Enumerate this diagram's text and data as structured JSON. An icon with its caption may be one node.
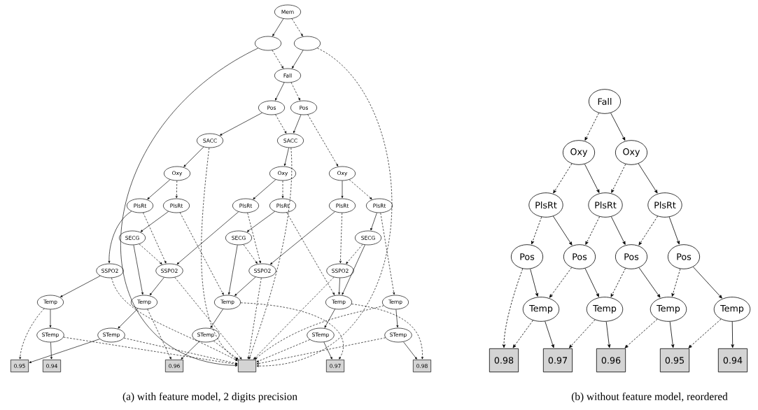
{
  "diagram": {
    "nodes": [
      {
        "text": [
          "Mem"
        ]
      },
      {
        "text": [],
        "shape": "ellipse"
      },
      {
        "text": [],
        "shape": "ellipse"
      },
      {
        "text": [
          "Fall"
        ]
      },
      {
        "text": [
          "Pos"
        ]
      },
      {
        "text": [
          "Pos"
        ]
      },
      {
        "text": [
          "SACC"
        ]
      },
      {
        "text": [
          "SACC"
        ]
      },
      {
        "text": [
          "Oxy"
        ]
      },
      {
        "text": [
          "Oxy"
        ]
      },
      {
        "text": [
          "Oxy"
        ]
      },
      {
        "text": [
          "PlsRt"
        ]
      },
      {
        "text": [
          "PlsRt"
        ]
      },
      {
        "text": [
          "PlsRt"
        ]
      },
      {
        "text": [
          "PlsRt"
        ]
      },
      {
        "text": [
          "PlsRt"
        ]
      },
      {
        "text": [
          "PlsRt"
        ]
      },
      {
        "text": [
          "SECG"
        ]
      },
      {
        "text": [
          "SECG"
        ]
      },
      {
        "text": [
          "SECG"
        ]
      },
      {
        "text": [
          "SSPO2"
        ]
      },
      {
        "text": [
          "SSPO2"
        ]
      },
      {
        "text": [
          "SSPO2"
        ]
      },
      {
        "text": [
          "SSPO2"
        ]
      },
      {
        "text": [
          "Temp"
        ]
      },
      {
        "text": [
          "Temp"
        ]
      },
      {
        "text": [
          "Temp"
        ]
      },
      {
        "text": [
          "Temp"
        ]
      },
      {
        "text": [
          "Temp"
        ]
      },
      {
        "text": [
          "STemp"
        ]
      },
      {
        "text": [
          "STemp"
        ]
      },
      {
        "text": [
          "STemp"
        ]
      },
      {
        "text": [
          "STemp"
        ]
      },
      {
        "text": [
          "STemp"
        ]
      },
      {
        "text": [
          "0.95"
        ]
      },
      {
        "text": [
          "0.94"
        ]
      },
      {
        "text": [
          "0.96"
        ]
      },
      {
        "text": [],
        "shape": "box"
      },
      {
        "text": [
          "0.97"
        ]
      },
      {
        "text": [
          "0.98"
        ]
      },
      {
        "text": [
          "Fall"
        ]
      },
      {
        "text": [
          "Oxy"
        ]
      },
      {
        "text": [
          "Oxy"
        ]
      },
      {
        "text": [
          "PlsRt"
        ]
      },
      {
        "text": [
          "PlsRt"
        ]
      },
      {
        "text": [
          "PlsRt"
        ]
      },
      {
        "text": [
          "Pos"
        ]
      },
      {
        "text": [
          "Pos"
        ]
      },
      {
        "text": [
          "Pos"
        ]
      },
      {
        "text": [
          "Pos"
        ]
      },
      {
        "text": [
          "Temp"
        ]
      },
      {
        "text": [
          "Temp"
        ]
      },
      {
        "text": [
          "Temp"
        ]
      },
      {
        "text": [
          "Temp"
        ]
      },
      {
        "text": [
          "0.98"
        ]
      },
      {
        "text": [
          "0.97"
        ]
      },
      {
        "text": [
          "0.96"
        ]
      },
      {
        "text": [
          "0.95"
        ]
      },
      {
        "text": [
          "0.94"
        ]
      }
    ],
    "edges": [
      {
        "from": 0,
        "to": 1,
        "arrow": "to"
      },
      {
        "from": 0,
        "to": 2,
        "arrow": "to",
        "style": "dashed"
      },
      {
        "from": 1,
        "to": 3,
        "arrow": "to",
        "style": "dashed"
      },
      {
        "from": 2,
        "to": 3,
        "arrow": "to"
      },
      {
        "from": 1,
        "to": 37,
        "arrow": "to"
      },
      {
        "from": 2,
        "to": 37,
        "arrow": "to",
        "style": "dashed"
      },
      {
        "from": 3,
        "to": 4,
        "arrow": "to"
      },
      {
        "from": 3,
        "to": 5,
        "arrow": "to",
        "style": "dashed"
      },
      {
        "from": 4,
        "to": 6,
        "arrow": "to"
      },
      {
        "from": 4,
        "to": 7,
        "arrow": "to",
        "style": "dashed"
      },
      {
        "from": 5,
        "to": 7,
        "arrow": "to"
      },
      {
        "from": 5,
        "to": 10,
        "arrow": "to",
        "style": "dashed"
      },
      {
        "from": 6,
        "to": 8,
        "arrow": "to"
      },
      {
        "from": 6,
        "to": 37,
        "arrow": "to",
        "style": "dashed"
      },
      {
        "from": 7,
        "to": 9,
        "arrow": "to"
      },
      {
        "from": 7,
        "to": 37,
        "arrow": "to",
        "style": "dashed"
      },
      {
        "from": 8,
        "to": 11,
        "arrow": "to"
      },
      {
        "from": 8,
        "to": 12,
        "arrow": "to",
        "style": "dashed"
      },
      {
        "from": 9,
        "to": 13,
        "arrow": "to"
      },
      {
        "from": 9,
        "to": 14,
        "arrow": "to",
        "style": "dashed"
      },
      {
        "from": 10,
        "to": 15,
        "arrow": "to"
      },
      {
        "from": 10,
        "to": 16,
        "arrow": "to",
        "style": "dashed"
      },
      {
        "from": 11,
        "to": 20,
        "arrow": "to"
      },
      {
        "from": 11,
        "to": 21,
        "arrow": "to",
        "style": "dashed"
      },
      {
        "from": 12,
        "to": 17,
        "arrow": "to"
      },
      {
        "from": 12,
        "to": 26,
        "arrow": "to",
        "style": "dashed"
      },
      {
        "from": 13,
        "to": 21,
        "arrow": "to"
      },
      {
        "from": 13,
        "to": 22,
        "arrow": "to",
        "style": "dashed"
      },
      {
        "from": 14,
        "to": 18,
        "arrow": "to"
      },
      {
        "from": 14,
        "to": 27,
        "arrow": "to",
        "style": "dashed"
      },
      {
        "from": 15,
        "to": 22,
        "arrow": "to"
      },
      {
        "from": 15,
        "to": 23,
        "arrow": "to",
        "style": "dashed"
      },
      {
        "from": 16,
        "to": 19,
        "arrow": "to"
      },
      {
        "from": 16,
        "to": 28,
        "arrow": "to",
        "style": "dashed"
      },
      {
        "from": 17,
        "to": 21,
        "arrow": "to",
        "style": "dashed"
      },
      {
        "from": 17,
        "to": 25,
        "arrow": "to"
      },
      {
        "from": 18,
        "to": 22,
        "arrow": "to",
        "style": "dashed"
      },
      {
        "from": 18,
        "to": 26,
        "arrow": "to"
      },
      {
        "from": 19,
        "to": 23,
        "arrow": "to",
        "style": "dashed"
      },
      {
        "from": 19,
        "to": 27,
        "arrow": "to"
      },
      {
        "from": 20,
        "to": 24,
        "arrow": "to"
      },
      {
        "from": 20,
        "to": 37,
        "arrow": "to",
        "style": "dashed"
      },
      {
        "from": 21,
        "to": 25,
        "arrow": "to"
      },
      {
        "from": 21,
        "to": 37,
        "arrow": "to",
        "style": "dashed"
      },
      {
        "from": 22,
        "to": 26,
        "arrow": "to"
      },
      {
        "from": 22,
        "to": 37,
        "arrow": "to",
        "style": "dashed"
      },
      {
        "from": 23,
        "to": 27,
        "arrow": "to"
      },
      {
        "from": 23,
        "to": 37,
        "arrow": "to",
        "style": "dashed"
      },
      {
        "from": 24,
        "to": 29,
        "arrow": "to"
      },
      {
        "from": 24,
        "to": 34,
        "arrow": "to",
        "style": "dashed"
      },
      {
        "from": 25,
        "to": 30,
        "arrow": "to"
      },
      {
        "from": 25,
        "to": 36,
        "arrow": "to",
        "style": "dashed"
      },
      {
        "from": 26,
        "to": 31,
        "arrow": "to"
      },
      {
        "from": 26,
        "to": 38,
        "arrow": "to",
        "style": "dashed"
      },
      {
        "from": 27,
        "to": 32,
        "arrow": "to"
      },
      {
        "from": 27,
        "to": 39,
        "arrow": "to",
        "style": "dashed"
      },
      {
        "from": 28,
        "to": 33,
        "arrow": "to"
      },
      {
        "from": 28,
        "to": 37,
        "arrow": "to",
        "style": "dashed"
      },
      {
        "from": 29,
        "to": 35,
        "arrow": "to"
      },
      {
        "from": 29,
        "to": 37,
        "arrow": "to",
        "style": "dashed"
      },
      {
        "from": 30,
        "to": 34,
        "arrow": "to"
      },
      {
        "from": 30,
        "to": 37,
        "arrow": "to",
        "style": "dashed"
      },
      {
        "from": 31,
        "to": 36,
        "arrow": "to"
      },
      {
        "from": 31,
        "to": 37,
        "arrow": "to",
        "style": "dashed"
      },
      {
        "from": 32,
        "to": 38,
        "arrow": "to"
      },
      {
        "from": 32,
        "to": 37,
        "arrow": "to",
        "style": "dashed"
      },
      {
        "from": 33,
        "to": 39,
        "arrow": "to"
      },
      {
        "from": 33,
        "to": 37,
        "arrow": "to",
        "style": "dashed"
      },
      {
        "from": 40,
        "to": 41,
        "arrow": "to",
        "style": "dashed"
      },
      {
        "from": 40,
        "to": 42,
        "arrow": "to"
      },
      {
        "from": 41,
        "to": 43,
        "arrow": "to",
        "style": "dashed"
      },
      {
        "from": 41,
        "to": 44,
        "arrow": "to"
      },
      {
        "from": 42,
        "to": 44,
        "arrow": "to",
        "style": "dashed"
      },
      {
        "from": 42,
        "to": 45,
        "arrow": "to"
      },
      {
        "from": 43,
        "to": 46,
        "arrow": "to",
        "style": "dashed"
      },
      {
        "from": 43,
        "to": 47,
        "arrow": "to"
      },
      {
        "from": 44,
        "to": 47,
        "arrow": "to",
        "style": "dashed"
      },
      {
        "from": 44,
        "to": 48,
        "arrow": "to"
      },
      {
        "from": 45,
        "to": 48,
        "arrow": "to",
        "style": "dashed"
      },
      {
        "from": 45,
        "to": 49,
        "arrow": "to"
      },
      {
        "from": 46,
        "to": 54,
        "arrow": "to",
        "style": "dashed"
      },
      {
        "from": 46,
        "to": 50,
        "arrow": "to"
      },
      {
        "from": 47,
        "to": 50,
        "arrow": "to",
        "style": "dashed"
      },
      {
        "from": 47,
        "to": 51,
        "arrow": "to"
      },
      {
        "from": 48,
        "to": 51,
        "arrow": "to",
        "style": "dashed"
      },
      {
        "from": 48,
        "to": 52,
        "arrow": "to"
      },
      {
        "from": 49,
        "to": 52,
        "arrow": "to",
        "style": "dashed"
      },
      {
        "from": 49,
        "to": 53,
        "arrow": "to"
      },
      {
        "from": 50,
        "to": 54,
        "arrow": "to",
        "style": "dashed"
      },
      {
        "from": 50,
        "to": 55,
        "arrow": "to"
      },
      {
        "from": 51,
        "to": 55,
        "arrow": "to",
        "style": "dashed"
      },
      {
        "from": 51,
        "to": 56,
        "arrow": "to"
      },
      {
        "from": 52,
        "to": 56,
        "arrow": "to",
        "style": "dashed"
      },
      {
        "from": 52,
        "to": 57,
        "arrow": "to"
      },
      {
        "from": 53,
        "to": 57,
        "arrow": "to",
        "style": "dashed"
      },
      {
        "from": 53,
        "to": 58,
        "arrow": "to"
      }
    ],
    "labels": [
      "(a) with feature model, 2 digits precision",
      "(b) without feature model, reordered"
    ]
  }
}
